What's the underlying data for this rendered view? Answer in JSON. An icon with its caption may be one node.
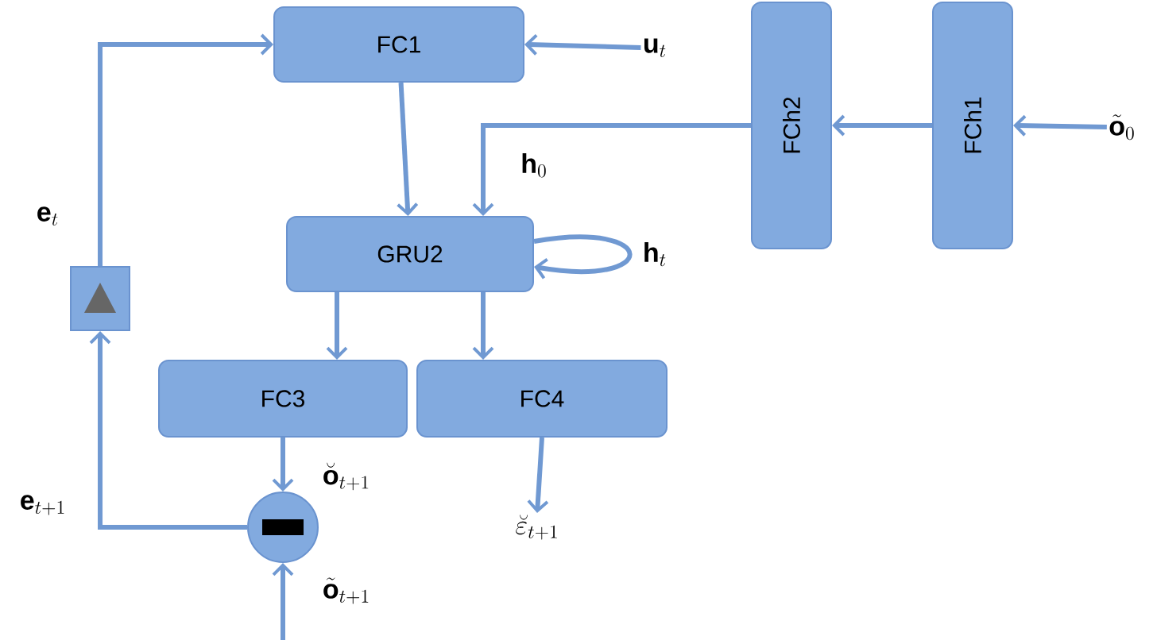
{
  "diagram": {
    "nodes": [
      {
        "text": [
          "FC1"
        ]
      },
      {
        "text": [
          "\\mathbf{u}_t"
        ]
      },
      {
        "text": [
          "GRU2"
        ]
      },
      {
        "text": [
          "FCh2"
        ]
      },
      {
        "text": [
          "FCh1"
        ]
      },
      {
        "text": [
          "\\tilde{\\mathbf{o}}_0"
        ]
      },
      {
        "text": [],
        "shape": "box"
      },
      {
        "text": [
          "FC3"
        ]
      },
      {
        "text": [
          "FC4"
        ]
      },
      {
        "text": [],
        "shape": "circle"
      },
      {
        "text": [
          "\\breve{\\varepsilon}_{t+1}"
        ]
      }
    ],
    "edges": [
      {
        "from": 1,
        "to": 0,
        "arrow": "to"
      },
      {
        "from": 6,
        "to": 0,
        "arrow": "to",
        "label": "\\mathbf{e}_t"
      },
      {
        "from": 0,
        "to": 2,
        "arrow": "to"
      },
      {
        "from": 5,
        "to": 4,
        "arrow": "to"
      },
      {
        "from": 4,
        "to": 3,
        "arrow": "to"
      },
      {
        "from": 3,
        "to": 2,
        "arrow": "to",
        "label": "\\mathbf{h}_0"
      },
      {
        "from": 2,
        "to": 2,
        "arrow": "to",
        "label": "\\mathbf{h}_t"
      },
      {
        "from": 2,
        "to": 7,
        "arrow": "to"
      },
      {
        "from": 2,
        "to": 8,
        "arrow": "to"
      },
      {
        "from": 7,
        "to": 9,
        "arrow": "to",
        "label": "\\breve{\\mathbf{o}}_{t+1}"
      },
      {
        "from": null,
        "to": 9,
        "arrow": "to",
        "label": "\\tilde{\\mathbf{o}}_{t+1}"
      },
      {
        "from": 9,
        "to": 6,
        "arrow": "to",
        "label": "\\mathbf{e}_{t+1}"
      },
      {
        "from": 8,
        "to": 10,
        "arrow": "to"
      }
    ]
  }
}
